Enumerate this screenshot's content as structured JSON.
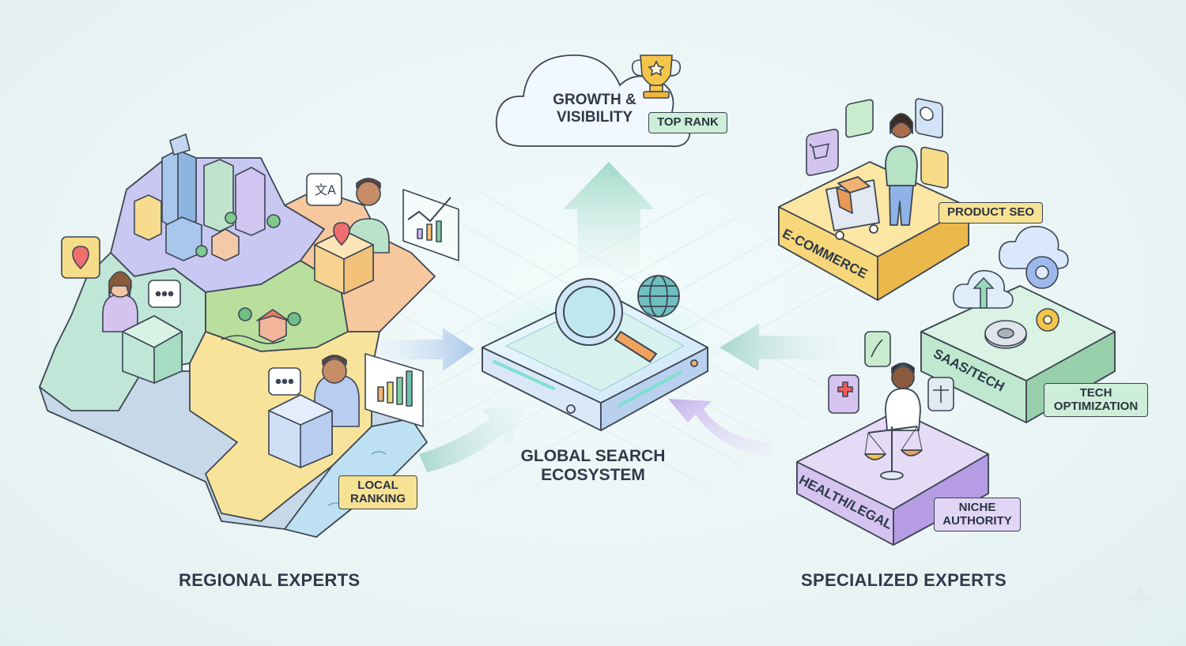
{
  "cloud": {
    "title": "GROWTH & VISIBILITY",
    "tag": "TOP RANK"
  },
  "hub": {
    "title": "GLOBAL SEARCH ECOSYSTEM"
  },
  "regional": {
    "section": "REGIONAL EXPERTS",
    "tag": "LOCAL RANKING"
  },
  "specialized": {
    "section": "SPECIALIZED EXPERTS",
    "platforms": [
      {
        "label": "E-COMMERCE",
        "tag": "PRODUCT SEO"
      },
      {
        "label": "SAAS/TECH",
        "tag": "TECH OPTIMIZATION"
      },
      {
        "label": "HEALTH/LEGAL",
        "tag": "NICHE AUTHORITY"
      }
    ]
  },
  "colors": {
    "background": "#eef6f6",
    "ecommerce": "#f7d77a",
    "saas": "#bfe8cf",
    "health": "#d6c3f0",
    "hub": "#dfeefe",
    "arrow": "#a9dcd0"
  }
}
